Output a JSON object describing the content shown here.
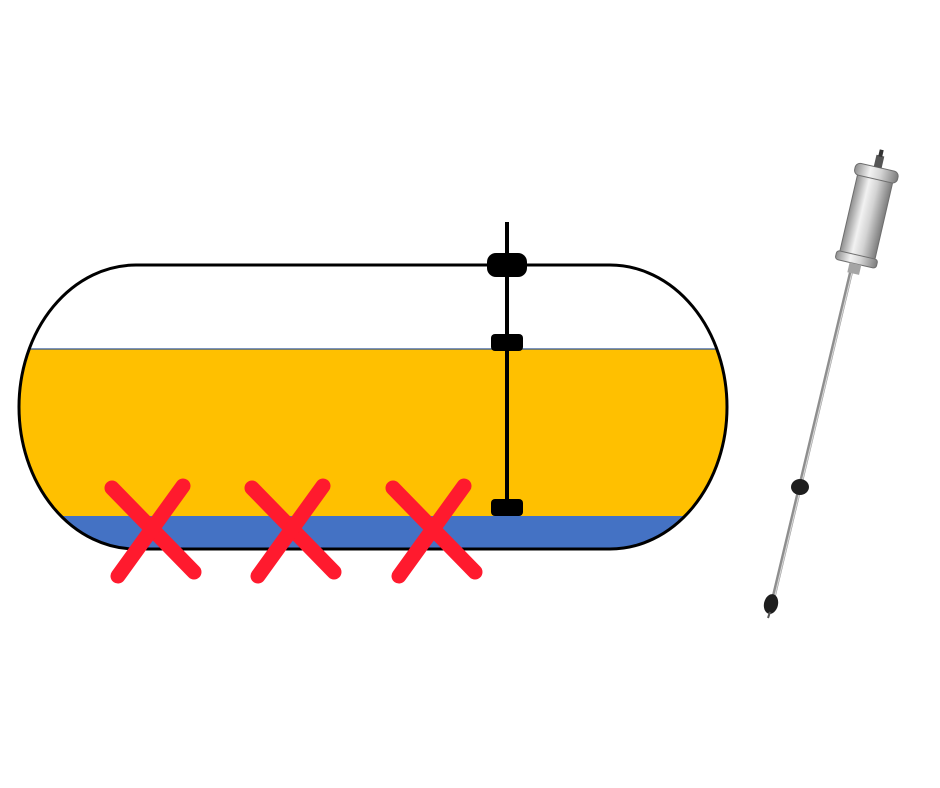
{
  "diagram": {
    "tank": {
      "shape": "horizontal-capsule-tank",
      "outline_color": "#000000",
      "empty_space_color": "#ffffff"
    },
    "fluids": [
      {
        "name": "fuel",
        "color": "#FFC000"
      },
      {
        "name": "water",
        "color": "#4472C4"
      }
    ],
    "level_probe": {
      "rod_color": "#000000",
      "floats": [
        "flange",
        "upper-float",
        "lower-float"
      ]
    },
    "marks": {
      "symbol": "x-mark",
      "count": 3,
      "color": "#FF1A2E"
    },
    "product_image": {
      "subject": "magnetostrictive-level-probe",
      "head_color": "#c9c9c9",
      "rod_color": "#8e8e8e",
      "float_color": "#1e1e1e"
    }
  }
}
